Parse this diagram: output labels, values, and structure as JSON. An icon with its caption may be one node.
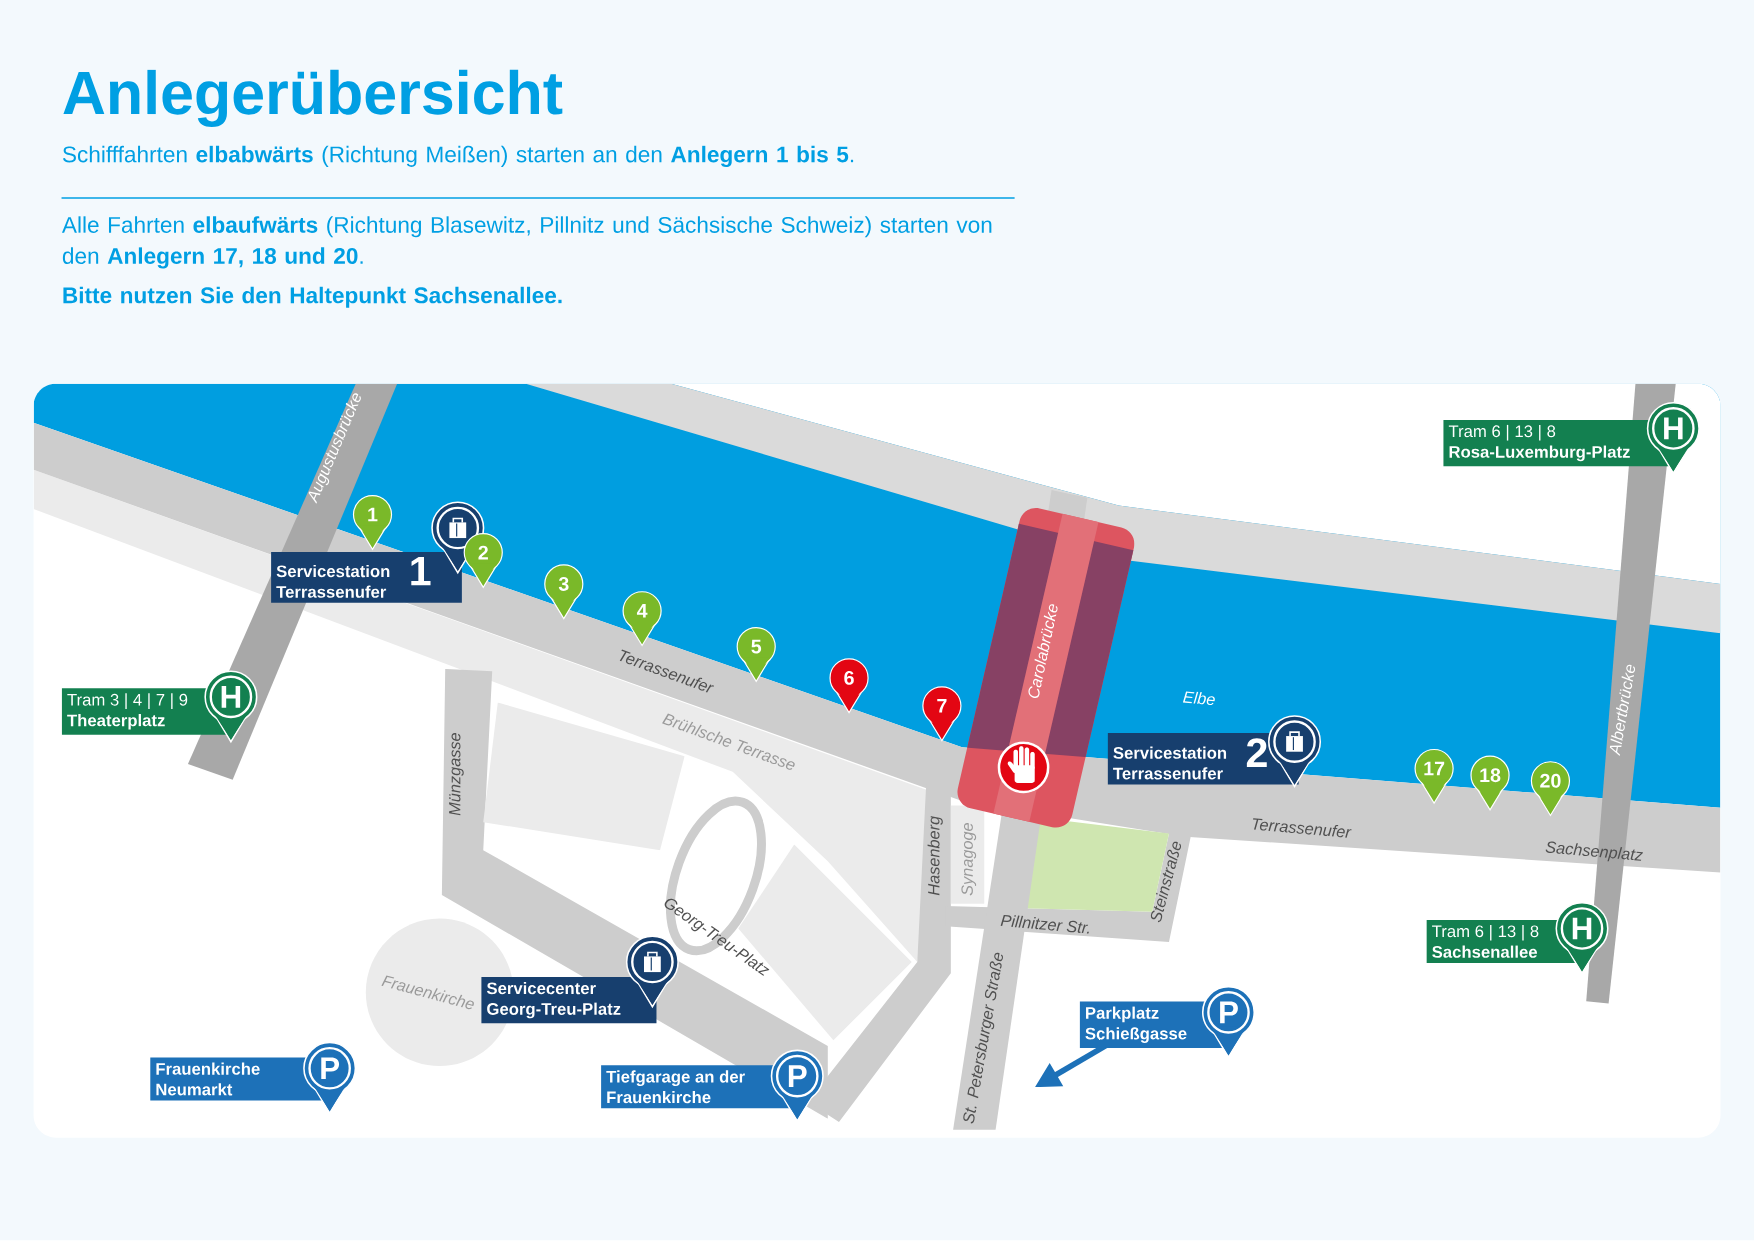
{
  "diagram": {
    "title": "Anlegerübersicht",
    "nodes": [
      {
        "text": [
          "Tram 6 | 13 | 8",
          "Rosa-Luxemburg-Platz",
          "H"
        ]
      },
      {
        "text": [
          "1"
        ]
      },
      {
        "text": [
          "Servicestation Terrassenufer",
          "1"
        ]
      },
      {
        "text": [
          "2"
        ]
      },
      {
        "text": [
          "3"
        ]
      },
      {
        "text": [
          "4"
        ]
      },
      {
        "text": [
          "5"
        ]
      },
      {
        "text": [
          "Tram 3 | 4 | 7 | 9",
          "Theaterplatz",
          "H"
        ]
      },
      {
        "text": [
          "6"
        ]
      },
      {
        "text": [
          "7"
        ]
      },
      {
        "text": [
          "Servicestation Terrassenufer",
          "2"
        ]
      },
      {
        "text": [
          "17"
        ]
      },
      {
        "text": [
          "18"
        ]
      },
      {
        "text": [
          "20"
        ]
      },
      {
        "text": [
          "Tram 6 | 13 | 8",
          "Sachsenallee",
          "H"
        ]
      },
      {
        "text": [
          "Servicecenter Georg-Treu-Platz"
        ]
      },
      {
        "text": [
          "Parkplatz Schießgasse",
          "P"
        ]
      },
      {
        "text": [
          "Frauenkirche Neumarkt",
          "P"
        ]
      },
      {
        "text": [
          "Tiefgarage an der Frauenkirche",
          "P"
        ]
      }
    ],
    "labels": [
      "Schifffahrten **elbabwärts** (Richtung Meißen) starten an den **Anlegern 1 bis 5**.",
      "Alle Fahrten **elbaufwärts** (Richtung Blasewitz, Pillnitz und Sächsische Schweiz) starten von den **Anlegern 17, 18 und 20**.",
      "Bitte nutzen Sie den Haltepunkt Sachsenallee.",
      "Augustusbrücke",
      "Terrassenufer",
      "Brühlsche Terrasse",
      "Carolabrücke",
      "Elbe",
      "Albertbrücke",
      "Münzgasse",
      "Hasenberg",
      "Synagoge",
      "Terrassenufer",
      "Sachsenplatz",
      "Steinstraße",
      "Pillnitzer Str.",
      "Georg-Treu-Platz",
      "Frauenkirche",
      "St. Petersburger Straße"
    ]
  }
}
